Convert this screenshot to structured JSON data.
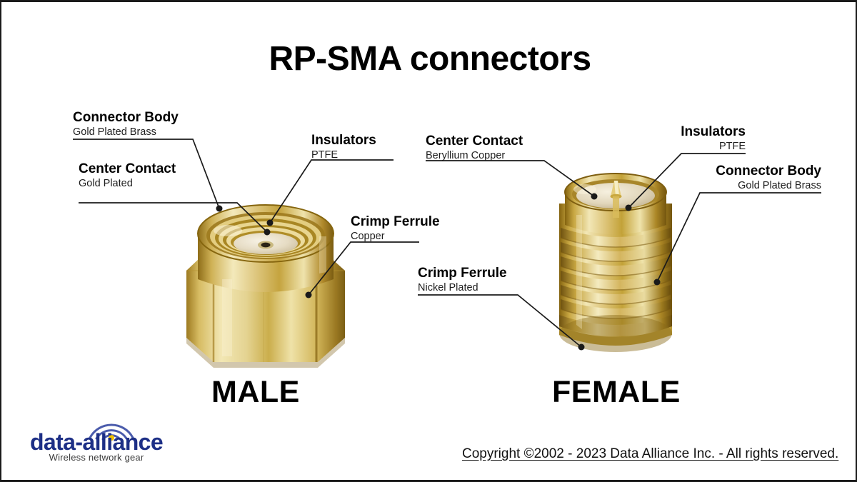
{
  "page": {
    "title": "RP-SMA connectors",
    "background_color": "#ffffff",
    "frame_color": "#1a1a1a"
  },
  "male": {
    "caption": "MALE",
    "labels": [
      {
        "lead": "Connector Body",
        "sub": "Gold Plated Brass"
      },
      {
        "lead": "Center Contact",
        "sub": "Gold Plated"
      },
      {
        "lead": "Insulators",
        "sub": "PTFE"
      },
      {
        "lead": "Crimp Ferrule",
        "sub": "Copper"
      }
    ]
  },
  "female": {
    "caption": "FEMALE",
    "labels": [
      {
        "lead": "Center Contact",
        "sub": "Beryllium Copper"
      },
      {
        "lead": "Insulators",
        "sub": "PTFE"
      },
      {
        "lead": "Connector Body",
        "sub": "Gold Plated Brass"
      },
      {
        "lead": "Crimp Ferrule",
        "sub": "Nickel Plated"
      }
    ]
  },
  "footer": {
    "copyright": "Copyright ©2002 - 2023 Data Alliance Inc. - All rights reserved.",
    "logo_word": "data-alliance",
    "logo_tagline": "Wireless network gear",
    "logo_color": "#1d2f86",
    "logo_accent_color": "#f2c200"
  },
  "colors": {
    "gold_light": "#f0e4ae",
    "gold_mid": "#d8bb55",
    "gold_deep": "#a8821f",
    "gold_shadow": "#6d5210",
    "insulator": "#ece4d2",
    "leader_line": "#1a1a1a"
  }
}
